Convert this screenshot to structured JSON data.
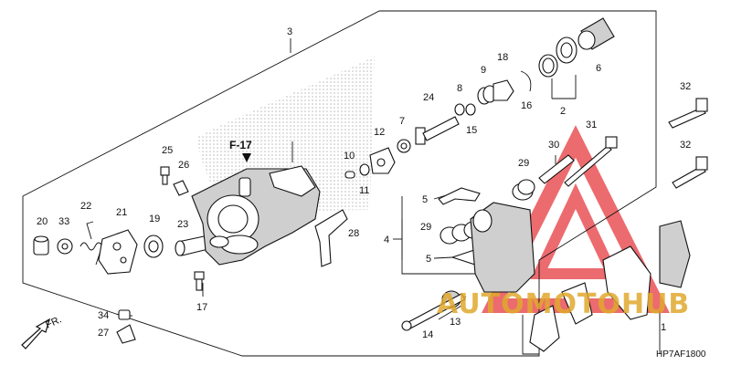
{
  "diagram": {
    "callouts": [
      "1",
      "2",
      "3",
      "4",
      "5",
      "5",
      "6",
      "7",
      "8",
      "9",
      "10",
      "11",
      "12",
      "13",
      "14",
      "15",
      "16",
      "17",
      "18",
      "19",
      "20",
      "21",
      "22",
      "23",
      "24",
      "25",
      "26",
      "27",
      "28",
      "29",
      "29",
      "30",
      "31",
      "32",
      "32",
      "33",
      "34"
    ],
    "section_ref": "F-17",
    "front_marker": "FR.",
    "diagram_code": "HP7AF1800"
  },
  "watermark": {
    "text": "AUTOMOTOHUB",
    "color_red": "#e8474c",
    "color_gold": "#e0a82e",
    "color_dark": "#2d2d2d"
  }
}
